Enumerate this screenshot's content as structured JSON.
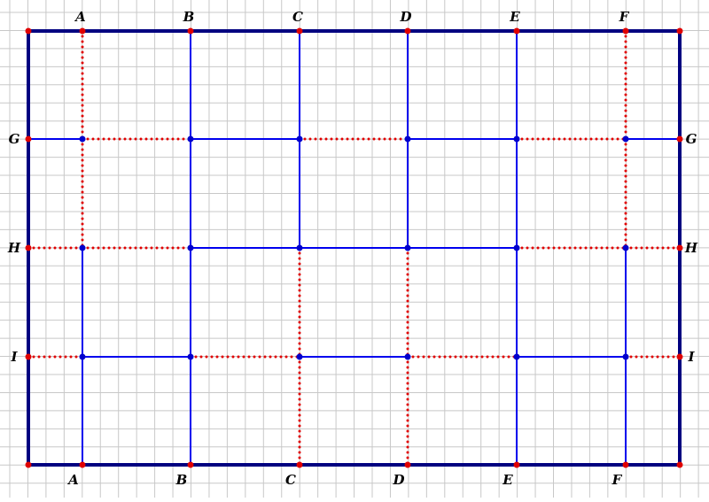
{
  "diagram": {
    "colors": {
      "background": "#ffffff",
      "grid": "#c8c8c8",
      "frame": "#000080",
      "solid_line": "#0000ee",
      "dotted_line": "#e00000",
      "node_on_frame": "#e00000",
      "node_interior": "#0000cc",
      "label": "#000000"
    },
    "column_labels": [
      "A",
      "B",
      "C",
      "D",
      "E",
      "F"
    ],
    "row_labels": [
      "G",
      "H",
      "I"
    ],
    "segments": [
      {
        "id": "A-1",
        "kind": "column",
        "index": 0,
        "from": 0,
        "to": 1,
        "style": "dotted"
      },
      {
        "id": "A-2",
        "kind": "column",
        "index": 0,
        "from": 1,
        "to": 2,
        "style": "dotted"
      },
      {
        "id": "A-3",
        "kind": "column",
        "index": 0,
        "from": 2,
        "to": 3,
        "style": "solid"
      },
      {
        "id": "A-4",
        "kind": "column",
        "index": 0,
        "from": 3,
        "to": 4,
        "style": "solid"
      },
      {
        "id": "B-1",
        "kind": "column",
        "index": 1,
        "from": 0,
        "to": 1,
        "style": "solid"
      },
      {
        "id": "B-2",
        "kind": "column",
        "index": 1,
        "from": 1,
        "to": 2,
        "style": "solid"
      },
      {
        "id": "B-3",
        "kind": "column",
        "index": 1,
        "from": 2,
        "to": 3,
        "style": "solid"
      },
      {
        "id": "B-4",
        "kind": "column",
        "index": 1,
        "from": 3,
        "to": 4,
        "style": "solid"
      },
      {
        "id": "C-1",
        "kind": "column",
        "index": 2,
        "from": 0,
        "to": 1,
        "style": "solid"
      },
      {
        "id": "C-2",
        "kind": "column",
        "index": 2,
        "from": 1,
        "to": 2,
        "style": "solid"
      },
      {
        "id": "C-3",
        "kind": "column",
        "index": 2,
        "from": 2,
        "to": 3,
        "style": "dotted"
      },
      {
        "id": "C-4",
        "kind": "column",
        "index": 2,
        "from": 3,
        "to": 4,
        "style": "dotted"
      },
      {
        "id": "D-1",
        "kind": "column",
        "index": 3,
        "from": 0,
        "to": 1,
        "style": "solid"
      },
      {
        "id": "D-2",
        "kind": "column",
        "index": 3,
        "from": 1,
        "to": 2,
        "style": "solid"
      },
      {
        "id": "D-3",
        "kind": "column",
        "index": 3,
        "from": 2,
        "to": 3,
        "style": "dotted"
      },
      {
        "id": "D-4",
        "kind": "column",
        "index": 3,
        "from": 3,
        "to": 4,
        "style": "dotted"
      },
      {
        "id": "E-1",
        "kind": "column",
        "index": 4,
        "from": 0,
        "to": 1,
        "style": "solid"
      },
      {
        "id": "E-2",
        "kind": "column",
        "index": 4,
        "from": 1,
        "to": 2,
        "style": "solid"
      },
      {
        "id": "E-3",
        "kind": "column",
        "index": 4,
        "from": 2,
        "to": 3,
        "style": "solid"
      },
      {
        "id": "E-4",
        "kind": "column",
        "index": 4,
        "from": 3,
        "to": 4,
        "style": "solid"
      },
      {
        "id": "F-1",
        "kind": "column",
        "index": 5,
        "from": 0,
        "to": 1,
        "style": "dotted"
      },
      {
        "id": "F-2",
        "kind": "column",
        "index": 5,
        "from": 1,
        "to": 2,
        "style": "dotted"
      },
      {
        "id": "F-3",
        "kind": "column",
        "index": 5,
        "from": 2,
        "to": 3,
        "style": "solid"
      },
      {
        "id": "F-4",
        "kind": "column",
        "index": 5,
        "from": 3,
        "to": 4,
        "style": "solid"
      },
      {
        "id": "G-1",
        "kind": "row",
        "index": 0,
        "from": 0,
        "to": 1,
        "style": "solid"
      },
      {
        "id": "G-2",
        "kind": "row",
        "index": 0,
        "from": 1,
        "to": 2,
        "style": "dotted"
      },
      {
        "id": "G-3",
        "kind": "row",
        "index": 0,
        "from": 2,
        "to": 3,
        "style": "solid"
      },
      {
        "id": "G-4",
        "kind": "row",
        "index": 0,
        "from": 3,
        "to": 4,
        "style": "dotted"
      },
      {
        "id": "G-5",
        "kind": "row",
        "index": 0,
        "from": 4,
        "to": 5,
        "style": "solid"
      },
      {
        "id": "G-6",
        "kind": "row",
        "index": 0,
        "from": 5,
        "to": 6,
        "style": "dotted"
      },
      {
        "id": "G-7",
        "kind": "row",
        "index": 0,
        "from": 6,
        "to": 7,
        "style": "solid"
      },
      {
        "id": "H-1",
        "kind": "row",
        "index": 1,
        "from": 0,
        "to": 1,
        "style": "dotted"
      },
      {
        "id": "H-2",
        "kind": "row",
        "index": 1,
        "from": 1,
        "to": 2,
        "style": "dotted"
      },
      {
        "id": "H-3",
        "kind": "row",
        "index": 1,
        "from": 2,
        "to": 3,
        "style": "solid"
      },
      {
        "id": "H-4",
        "kind": "row",
        "index": 1,
        "from": 3,
        "to": 4,
        "style": "solid"
      },
      {
        "id": "H-5",
        "kind": "row",
        "index": 1,
        "from": 4,
        "to": 5,
        "style": "solid"
      },
      {
        "id": "H-6",
        "kind": "row",
        "index": 1,
        "from": 5,
        "to": 6,
        "style": "dotted"
      },
      {
        "id": "H-7",
        "kind": "row",
        "index": 1,
        "from": 6,
        "to": 7,
        "style": "dotted"
      },
      {
        "id": "I-1",
        "kind": "row",
        "index": 2,
        "from": 0,
        "to": 1,
        "style": "dotted"
      },
      {
        "id": "I-2",
        "kind": "row",
        "index": 2,
        "from": 1,
        "to": 2,
        "style": "solid"
      },
      {
        "id": "I-3",
        "kind": "row",
        "index": 2,
        "from": 2,
        "to": 3,
        "style": "dotted"
      },
      {
        "id": "I-4",
        "kind": "row",
        "index": 2,
        "from": 3,
        "to": 4,
        "style": "solid"
      },
      {
        "id": "I-5",
        "kind": "row",
        "index": 2,
        "from": 4,
        "to": 5,
        "style": "dotted"
      },
      {
        "id": "I-6",
        "kind": "row",
        "index": 2,
        "from": 5,
        "to": 6,
        "style": "solid"
      },
      {
        "id": "I-7",
        "kind": "row",
        "index": 2,
        "from": 6,
        "to": 7,
        "style": "dotted"
      }
    ]
  }
}
